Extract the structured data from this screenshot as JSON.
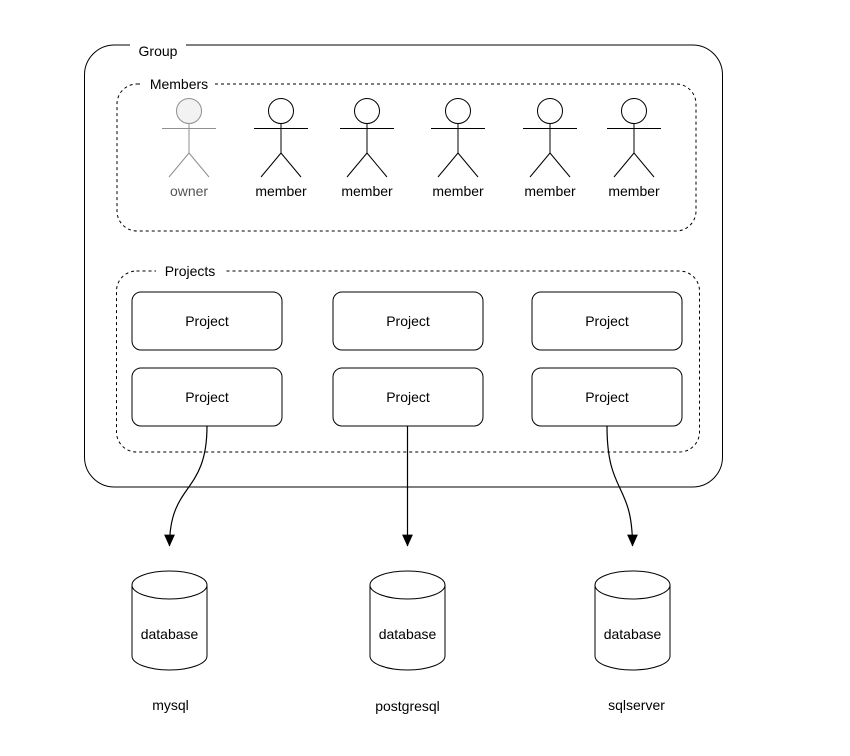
{
  "diagram": {
    "group": {
      "label": "Group"
    },
    "members": {
      "label": "Members",
      "figures": [
        {
          "label": "owner",
          "role": "owner"
        },
        {
          "label": "member",
          "role": "member"
        },
        {
          "label": "member",
          "role": "member"
        },
        {
          "label": "member",
          "role": "member"
        },
        {
          "label": "member",
          "role": "member"
        },
        {
          "label": "member",
          "role": "member"
        }
      ]
    },
    "projects": {
      "label": "Projects",
      "boxes": [
        {
          "label": "Project"
        },
        {
          "label": "Project"
        },
        {
          "label": "Project"
        },
        {
          "label": "Project"
        },
        {
          "label": "Project"
        },
        {
          "label": "Project"
        }
      ]
    },
    "databases": [
      {
        "shape_label": "database",
        "name": "mysql"
      },
      {
        "shape_label": "database",
        "name": "postgresql"
      },
      {
        "shape_label": "database",
        "name": "sqlserver"
      }
    ],
    "colors": {
      "stroke": "#000000",
      "text": "#000000",
      "shape_fill": "#ffffff",
      "background": "#ffffff",
      "owner_stroke": "#8f8f8f",
      "owner_head_fill": "#f2f2f2",
      "owner_text": "#545454"
    }
  }
}
